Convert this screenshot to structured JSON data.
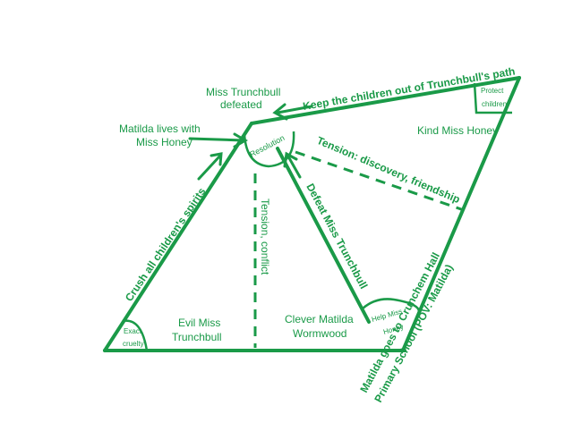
{
  "colors": {
    "stroke": "#1a9a48",
    "text": "#1a9a48",
    "background": "#ffffff"
  },
  "labels": {
    "resolution": "Resolution",
    "resolution_note_line1": "Miss Trunchbull",
    "resolution_note_line2": "defeated",
    "matilda_lives_line1": "Matilda lives with",
    "matilda_lives_line2": "Miss Honey",
    "keep_children": "Keep the children out of Trunchbull's path",
    "protect_line1": "Protect",
    "protect_line2": "children",
    "kind_honey": "Kind Miss Honey",
    "tension_discovery": "Tension: discovery, friendship",
    "crush_spirits": "Crush all children's spirits",
    "tension_conflict": "Tension, conflict",
    "defeat_trunchbull": "Defeat Miss Trunchbull",
    "exact_line1": "Exact",
    "exact_line2": "cruelty",
    "evil_line1": "Evil Miss",
    "evil_line2": "Trunchbull",
    "clever_line1": "Clever Matilda",
    "clever_line2": "Wormwood",
    "help_line1": "Help Miss",
    "help_line2": "Honey",
    "setting_line1": "Matilda goes to Crunchem Hall",
    "setting_line2": "Primary School (POV: Matilda)"
  }
}
